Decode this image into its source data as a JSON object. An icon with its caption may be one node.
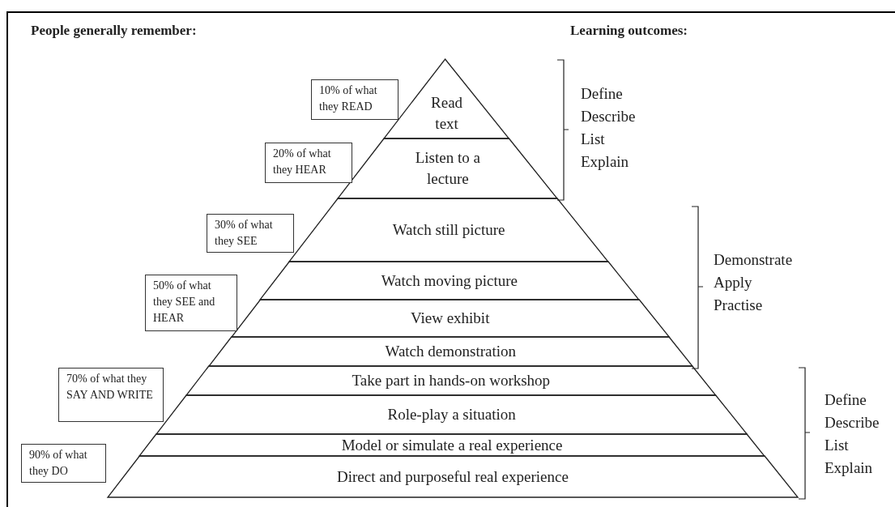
{
  "diagram": {
    "nodes": [
      {
        "text": [
          "Read text"
        ]
      },
      {
        "text": [
          "Listen to a lecture"
        ]
      },
      {
        "text": [
          "Watch still picture"
        ]
      },
      {
        "text": [
          "Watch moving picture"
        ]
      },
      {
        "text": [
          "View exhibit"
        ]
      },
      {
        "text": [
          "Watch demonstration"
        ]
      },
      {
        "text": [
          "Take part in hands-on workshop"
        ]
      },
      {
        "text": [
          "Role-play a situation"
        ]
      },
      {
        "text": [
          "Model or simulate a real experience"
        ]
      },
      {
        "text": [
          "Direct and purposeful real experience"
        ]
      },
      {
        "text": [
          "10% of what they READ"
        ]
      },
      {
        "text": [
          "20% of what they HEAR"
        ]
      },
      {
        "text": [
          "30% of what they SEE"
        ]
      },
      {
        "text": [
          "50% of what they SEE and HEAR"
        ]
      },
      {
        "text": [
          "70% of what they SAY AND WRITE"
        ]
      },
      {
        "text": [
          "90% of what they DO"
        ]
      }
    ],
    "labels": [
      "People generally remember:",
      "Learning outcomes:",
      "Define",
      "Describe",
      "List",
      "Explain",
      "Demonstrate",
      "Apply",
      "Practise",
      "Define",
      "Describe",
      "List",
      "Explain"
    ]
  }
}
